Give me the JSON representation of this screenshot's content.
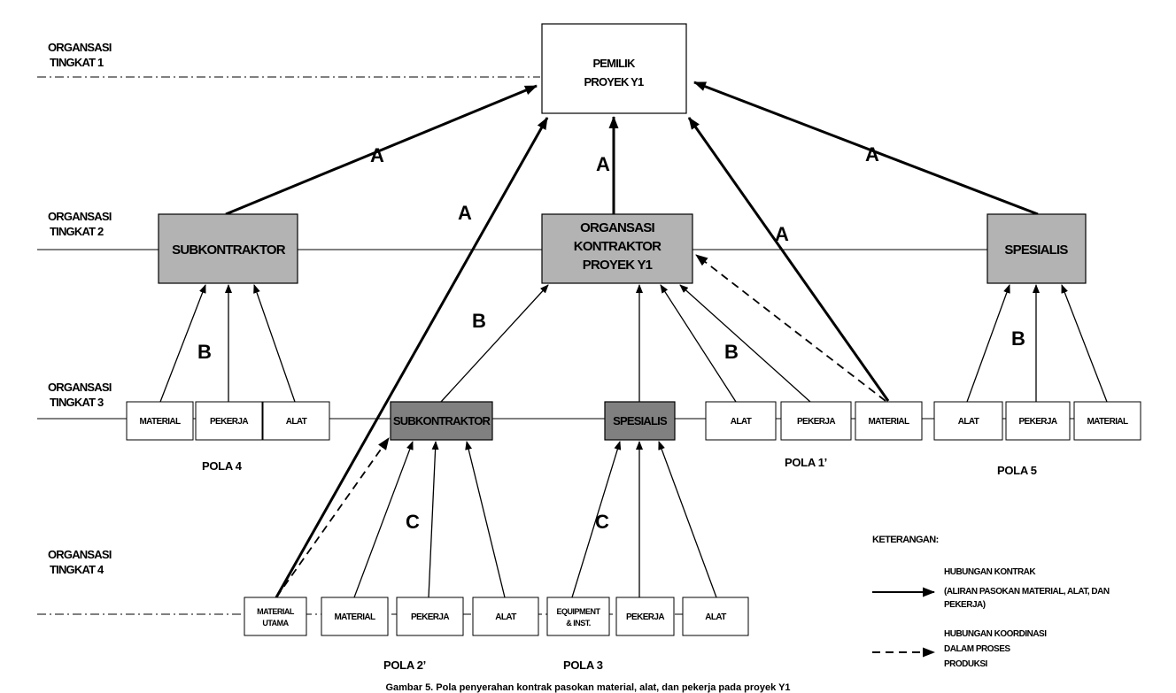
{
  "levels": {
    "l1": [
      "ORGANSASI",
      "TINGKAT 1"
    ],
    "l2": [
      "ORGANSASI",
      "TINGKAT 2"
    ],
    "l3": [
      "ORGANSASI",
      "TINGKAT 3"
    ],
    "l4": [
      "ORGANSASI",
      "TINGKAT 4"
    ]
  },
  "nodes": {
    "owner": [
      "PEMILIK",
      "PROYEK Y1"
    ],
    "subkon_l2": "SUBKONTRAKTOR",
    "kontraktor": [
      "ORGANSASI",
      "KONTRAKTOR",
      "PROYEK Y1"
    ],
    "spesialis_l2": "SPESIALIS",
    "l3": {
      "material_p4": "MATERIAL",
      "pekerja_p4": "PEKERJA",
      "alat_p4": "ALAT",
      "subkon": "SUBKONTRAKTOR",
      "spesialis": "SPESIALIS",
      "alat_p1": "ALAT",
      "pekerja_p1": "PEKERJA",
      "material_p1": "MATERIAL",
      "alat_p5": "ALAT",
      "pekerja_p5": "PEKERJA",
      "material_p5": "MATERIAL"
    },
    "l4": {
      "material_utama": [
        "MATERIAL",
        "UTAMA"
      ],
      "material": "MATERIAL",
      "pekerja_p2": "PEKERJA",
      "alat_p2": "ALAT",
      "equipment": [
        "EQUIPMENT",
        "& INST."
      ],
      "pekerja_p3": "PEKERJA",
      "alat_p3": "ALAT"
    }
  },
  "relations": {
    "a": "A",
    "b": "B",
    "c": "C"
  },
  "patterns": {
    "pola4": "POLA 4",
    "pola1": "POLA 1’",
    "pola5": "POLA 5",
    "pola2": "POLA 2’",
    "pola3": "POLA 3"
  },
  "legend": {
    "title": "KETERANGAN:",
    "contract": [
      "HUBUNGAN KONTRAK",
      "(ALIRAN PASOKAN MATERIAL, ALAT, DAN",
      "PEKERJA)"
    ],
    "coordination": [
      "HUBUNGAN KOORDINASI",
      "DALAM PROSES",
      "PRODUKSI"
    ]
  },
  "caption": "Gambar 5. Pola penyerahan kontrak pasokan material, alat, dan pekerja pada proyek Y1",
  "colors": {
    "box_fill": "#ffffff",
    "l2_fill": "#b3b3b3",
    "l3_dark_fill": "#808080",
    "line": "#000000"
  }
}
